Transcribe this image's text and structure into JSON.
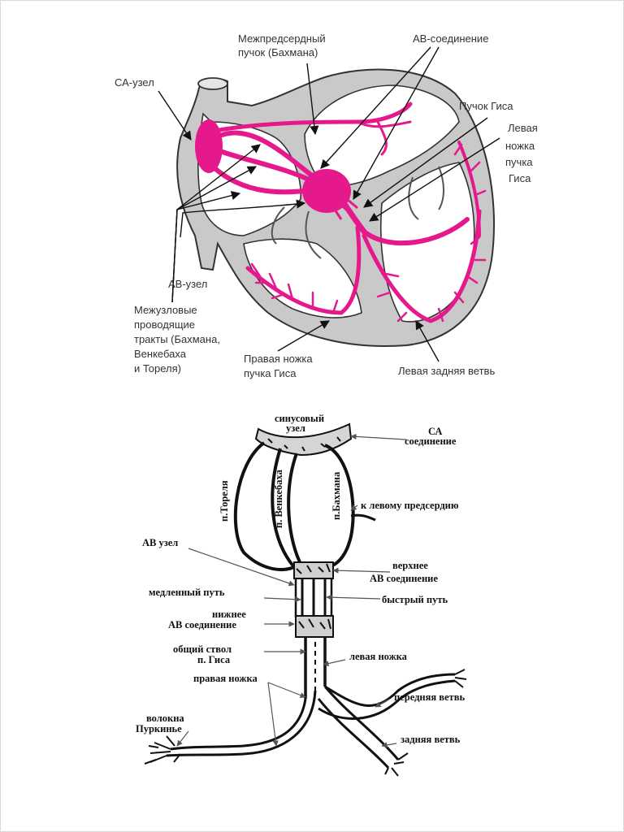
{
  "top_diagram": {
    "labels": {
      "interatrial_bundle_line1": "Межпредсердный",
      "interatrial_bundle_line2": "пучок (Бахмана)",
      "av_junction": "АВ-соединение",
      "sa_node": "СА-узел",
      "his_bundle": "Пучок Гиса",
      "left_bundle_line1": "Левая",
      "left_bundle_line2": "ножка",
      "left_bundle_line3": "пучка",
      "left_bundle_line4": "Гиса",
      "av_node": "АВ-узел",
      "internodal_line1": "Межузловые",
      "internodal_line2": "проводящие",
      "internodal_line3": "тракты (Бахмана,",
      "internodal_line4": "Венкебаха",
      "internodal_line5": "и Тореля)",
      "right_bundle_line1": "Правая ножка",
      "right_bundle_line2": "пучка Гиса",
      "left_posterior": "Левая задняя ветвь"
    },
    "colors": {
      "conduction": "#e6198c",
      "wall": "#c8c8c8",
      "outline": "#333333"
    }
  },
  "bottom_diagram": {
    "labels": {
      "sinus_node_line1": "синусовый",
      "sinus_node_line2": "узел",
      "sa_junction_line1": "СА",
      "sa_junction_line2": "соединение",
      "thorel": "п.Тореля",
      "wenckebach": "п. Венкебаха",
      "bachmann": "п.Бахмана",
      "to_left_atrium": "к левому предсердию",
      "av_node": "АВ узел",
      "upper_av_line1": "верхнее",
      "upper_av_line2": "АВ соединение",
      "slow_path": "медленный путь",
      "fast_path": "быстрый путь",
      "lower_av_line1": "нижнее",
      "lower_av_line2": "АВ соединение",
      "common_trunk_line1": "общий ствол",
      "common_trunk_line2": "п. Гиса",
      "left_bundle": "левая ножка",
      "right_bundle": "правая ножка",
      "anterior_branch": "передняя ветвь",
      "purkinje_line1": "волокна",
      "purkinje_line2": "Пуркинье",
      "posterior_branch": "задняя ветвь"
    }
  }
}
